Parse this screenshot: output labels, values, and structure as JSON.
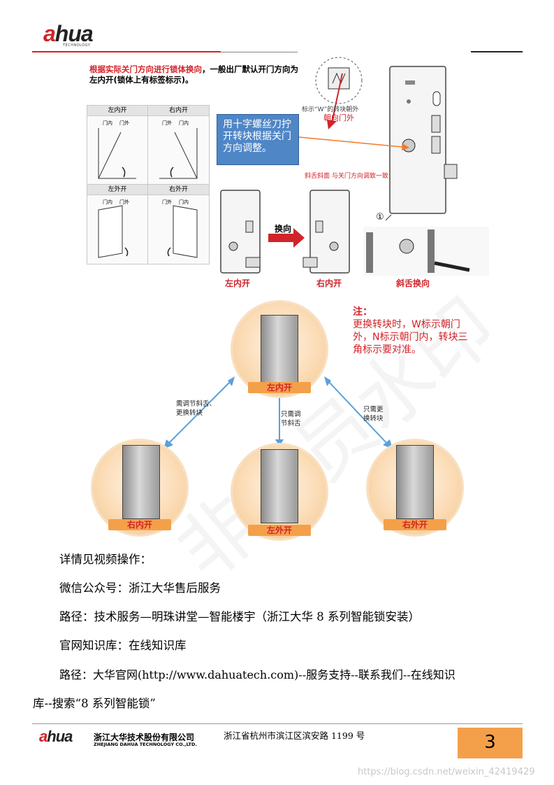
{
  "header": {
    "logo_text_a": "a",
    "logo_text_rest": "hua",
    "logo_sub": "TECHNOLOGY"
  },
  "figure1": {
    "caption_red": "根据实际关门方向进行锁体换向",
    "caption_black": "，一般出厂默认开门方向为左内开(锁体上有标签标示)。",
    "cells": [
      {
        "label": "左内开",
        "inner": "门内",
        "outer": "门外"
      },
      {
        "label": "右内开",
        "inner": "门外",
        "outer": "门内"
      },
      {
        "label": "左外开",
        "inner": "门内",
        "outer": "门外"
      },
      {
        "label": "右外开",
        "inner": "门外",
        "outer": "门内"
      }
    ],
    "blue_box": "用十字螺丝刀拧开转块根据关门方向调整。",
    "mark_label": "标示“W”的转块朝外",
    "mark_red": "朝向门外",
    "slant_label": "斜舌斜面 与关门方向调致一致",
    "arrow_label": "换向",
    "num": "①",
    "bottom_labels": [
      "左内开",
      "右内开",
      "斜舌换向"
    ]
  },
  "figure2": {
    "note_title": "注：",
    "note_body": "更换转块时，W标示朝门外，N标示朝门内，转块三角标示要对准。",
    "top": "左内开",
    "bottom": [
      "右内开",
      "左外开",
      "右外开"
    ],
    "edge_left": "需调节斜舌、更换转块",
    "edge_mid": "只需调节斜舌",
    "edge_right": "只需更换转块",
    "watermark": "非会员水印"
  },
  "body": {
    "line1": "详情见视频操作：",
    "line2": "微信公众号：浙江大华售后服务",
    "line3": "路径：技术服务—明珠讲堂—智能楼宇（浙江大华 8 系列智能锁安装）",
    "line4": "官网知识库：在线知识库",
    "line5a": "路径：大华官网(http://www.dahuatech.com)--服务支持--联系我们--在线知识",
    "line5b": "库--搜索“8 系列智能锁”"
  },
  "footer": {
    "company_cn": "浙江大华技术股份有限公司",
    "company_en": "ZHEJIANG DAHUA TECHNOLOGY CO.,LTD.",
    "address": "浙江省杭州市滨江区滨安路 1199 号",
    "page_number": "3",
    "csdn": "https://blog.csdn.net/weixin_42419429"
  }
}
